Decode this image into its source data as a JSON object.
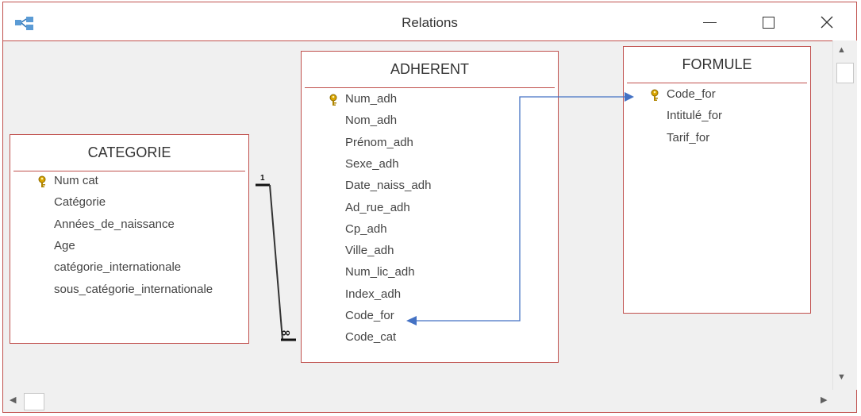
{
  "window": {
    "title": "Relations",
    "icon": "relations-icon",
    "controls": [
      "minimize",
      "maximize",
      "close"
    ]
  },
  "tables": {
    "categorie": {
      "name": "CATEGORIE",
      "fields": [
        {
          "label": "Num cat",
          "key": true
        },
        {
          "label": "Catégorie",
          "key": false
        },
        {
          "label": "Années_de_naissance",
          "key": false
        },
        {
          "label": "Age",
          "key": false
        },
        {
          "label": "catégorie_internationale",
          "key": false
        },
        {
          "label": "sous_catégorie_internationale",
          "key": false
        }
      ]
    },
    "adherent": {
      "name": "ADHERENT",
      "fields": [
        {
          "label": "Num_adh",
          "key": true
        },
        {
          "label": "Nom_adh",
          "key": false
        },
        {
          "label": "Prénom_adh",
          "key": false
        },
        {
          "label": "Sexe_adh",
          "key": false
        },
        {
          "label": "Date_naiss_adh",
          "key": false
        },
        {
          "label": "Ad_rue_adh",
          "key": false
        },
        {
          "label": "Cp_adh",
          "key": false
        },
        {
          "label": "Ville_adh",
          "key": false
        },
        {
          "label": "Num_lic_adh",
          "key": false
        },
        {
          "label": "Index_adh",
          "key": false
        },
        {
          "label": "Code_for",
          "key": false
        },
        {
          "label": "Code_cat",
          "key": false
        }
      ]
    },
    "formule": {
      "name": "FORMULE",
      "fields": [
        {
          "label": "Code_for",
          "key": true
        },
        {
          "label": "Intitulé_for",
          "key": false
        },
        {
          "label": "Tarif_for",
          "key": false
        }
      ]
    }
  },
  "relationships": [
    {
      "from": "CATEGORIE.Num cat",
      "to": "ADHERENT.Code_cat",
      "one_label": "1",
      "many_label": "∞"
    },
    {
      "from": "FORMULE.Code_for",
      "to": "ADHERENT.Code_for",
      "color": "#4472c4"
    }
  ],
  "colors": {
    "border": "#c0504d",
    "link": "#4472c4",
    "workspace": "#f0f0f0"
  }
}
